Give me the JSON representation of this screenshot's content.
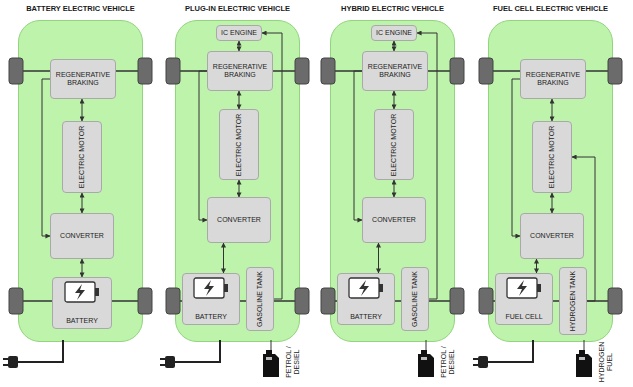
{
  "diagram": {
    "nodes": [
      {
        "text": [
          "BATTERY ELECTRIC VEHICLE"
        ]
      },
      {
        "text": [
          "REGENERATIVE BRAKING"
        ],
        "in": 0
      },
      {
        "text": [
          "ELECTRIC MOTOR"
        ],
        "in": 0
      },
      {
        "text": [
          "CONVERTER"
        ],
        "in": 0
      },
      {
        "text": [
          "BATTERY"
        ],
        "in": 0
      },
      {
        "text": [
          "PLUG-IN ELECTRIC VEHICLE"
        ]
      },
      {
        "text": [
          "IC ENGINE"
        ],
        "in": 5
      },
      {
        "text": [
          "REGENERATIVE BRAKING"
        ],
        "in": 5
      },
      {
        "text": [
          "ELECTRIC MOTOR"
        ],
        "in": 5
      },
      {
        "text": [
          "CONVERTER"
        ],
        "in": 5
      },
      {
        "text": [
          "BATTERY"
        ],
        "in": 5
      },
      {
        "text": [
          "GASOLINE TANK"
        ],
        "in": 5
      },
      {
        "text": [
          "HYBRID ELECTRIC VEHICLE"
        ]
      },
      {
        "text": [
          "IC ENGINE"
        ],
        "in": 12
      },
      {
        "text": [
          "REGENERATIVE BRAKING"
        ],
        "in": 12
      },
      {
        "text": [
          "ELECTRIC MOTOR"
        ],
        "in": 12
      },
      {
        "text": [
          "CONVERTER"
        ],
        "in": 12
      },
      {
        "text": [
          "BATTERY"
        ],
        "in": 12
      },
      {
        "text": [
          "GASOLINE TANK"
        ],
        "in": 12
      },
      {
        "text": [
          "FUEL CELL ELECTRIC VEHICLE"
        ]
      },
      {
        "text": [
          "REGENERATIVE BRAKING"
        ],
        "in": 19
      },
      {
        "text": [
          "ELECTRIC MOTOR"
        ],
        "in": 19
      },
      {
        "text": [
          "CONVERTER"
        ],
        "in": 19
      },
      {
        "text": [
          "FUEL CELL"
        ],
        "in": 19
      },
      {
        "text": [
          "HYDROGEN TANK"
        ],
        "in": 19
      }
    ],
    "edges": [
      {
        "from": 4,
        "to": 3,
        "arrow": "both"
      },
      {
        "from": 3,
        "to": 2,
        "arrow": "both"
      },
      {
        "from": 2,
        "to": 1,
        "arrow": "both"
      },
      {
        "from": 1,
        "to": 3,
        "arrow": "to"
      },
      {
        "from": 10,
        "to": 9,
        "arrow": "both"
      },
      {
        "from": 9,
        "to": 8,
        "arrow": "both"
      },
      {
        "from": 8,
        "to": 7,
        "arrow": "both"
      },
      {
        "from": 7,
        "to": 6,
        "arrow": "both"
      },
      {
        "from": 7,
        "to": 9,
        "arrow": "to"
      },
      {
        "from": 11,
        "to": 6,
        "arrow": "to"
      },
      {
        "from": 17,
        "to": 16,
        "arrow": "both"
      },
      {
        "from": 16,
        "to": 15,
        "arrow": "both"
      },
      {
        "from": 15,
        "to": 14,
        "arrow": "both"
      },
      {
        "from": 14,
        "to": 13,
        "arrow": "both"
      },
      {
        "from": 14,
        "to": 16,
        "arrow": "to"
      },
      {
        "from": 18,
        "to": 13,
        "arrow": "to"
      },
      {
        "from": 23,
        "to": 22,
        "arrow": "both"
      },
      {
        "from": 22,
        "to": 21,
        "arrow": "both"
      },
      {
        "from": 21,
        "to": 20,
        "arrow": "both"
      },
      {
        "from": 20,
        "to": 22,
        "arrow": "to"
      },
      {
        "from": 24,
        "to": 21,
        "arrow": "to"
      }
    ],
    "labels": [
      "PETROL / DESIEL",
      "PETROL / DESIEL",
      "HYDROGEN FUEL"
    ]
  }
}
